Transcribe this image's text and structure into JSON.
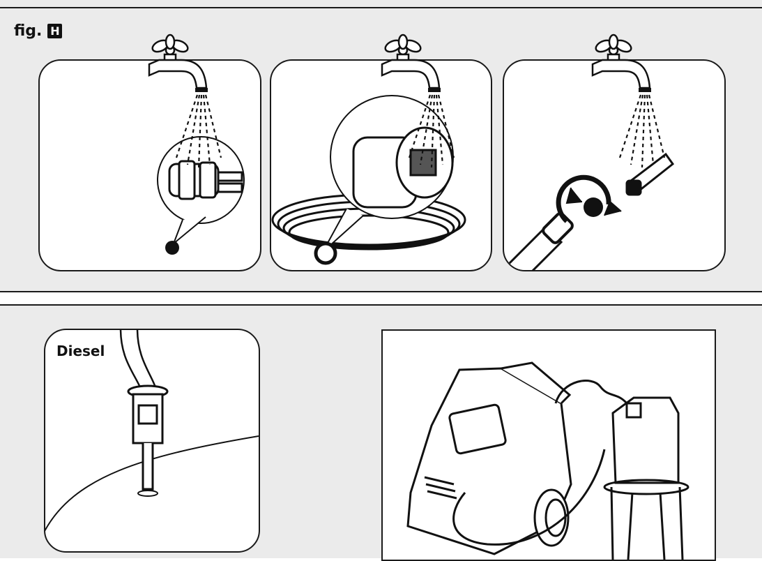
{
  "figure": {
    "label": "fig.",
    "badge": "H"
  },
  "panels": {
    "diesel_label": "Diesel"
  },
  "icons": [
    "faucet-icon",
    "faucet-icon",
    "faucet-icon",
    "rotate-arrows-icon"
  ]
}
